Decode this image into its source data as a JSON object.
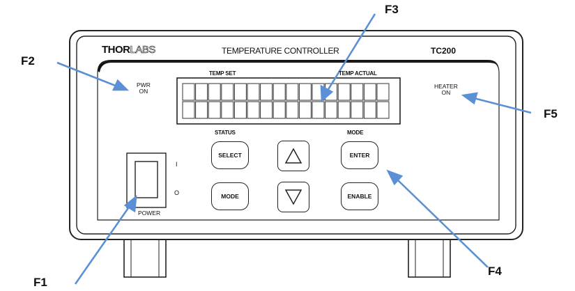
{
  "panel": {
    "brand_bold": "THOR",
    "brand_light": "LABS",
    "title": "TEMPERATURE CONTROLLER",
    "model": "TC200"
  },
  "indicators": {
    "pwr_on": [
      "PWR",
      "ON"
    ],
    "heater_on": [
      "HEATER",
      "ON"
    ]
  },
  "display": {
    "left_label": "TEMP SET",
    "right_label": "TEMP ACTUAL",
    "rows": 2,
    "cells_per_row": 16
  },
  "controls": {
    "status_label": "STATUS",
    "mode_label": "MODE",
    "select": "SELECT",
    "mode": "MODE",
    "enter": "ENTER",
    "enable": "ENABLE",
    "up_symbol": "up-triangle-icon",
    "down_symbol": "down-triangle-icon"
  },
  "power": {
    "label": "POWER",
    "on_mark": "I",
    "off_mark": "O"
  },
  "callouts": {
    "f1": "F1",
    "f2": "F2",
    "f3": "F3",
    "f4": "F4",
    "f5": "F5"
  },
  "colors": {
    "arrow": "#5b8fd6",
    "outline": "#222222"
  }
}
